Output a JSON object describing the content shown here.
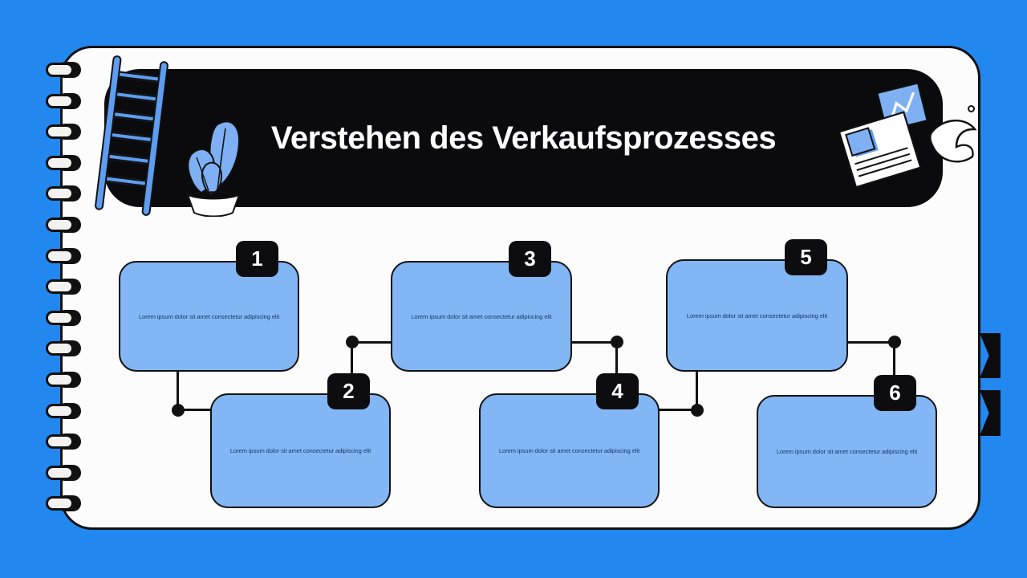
{
  "slide": {
    "title": "Verstehen des Verkaufsprozesses"
  },
  "cards": [
    {
      "number": "1",
      "text": "Lorem ipsum dolor sit amet consectetur adipiscing elit"
    },
    {
      "number": "2",
      "text": "Lorem ipsum dolor sit amet consectetur adipiscing elit"
    },
    {
      "number": "3",
      "text": "Lorem ipsum dolor sit amet consectetur adipiscing elit"
    },
    {
      "number": "4",
      "text": "Lorem ipsum dolor sit amet consectetur adipiscing elit"
    },
    {
      "number": "5",
      "text": "Lorem ipsum dolor sit amet consectetur adipiscing elit"
    },
    {
      "number": "6",
      "text": "Lorem ipsum dolor sit amet consectetur adipiscing elit"
    }
  ],
  "icons": [
    "ladder-icon",
    "plant-icon",
    "document-icon",
    "sticky-note-chart-icon",
    "page-curl-icon",
    "binder-rings",
    "bookmark-ribbons"
  ],
  "colors": {
    "background": "#2287EF",
    "page": "#FCFCFC",
    "banner": "#0B0B0D",
    "card_fill": "#82B6F4",
    "card_text": "#143A66",
    "illustration_blue": "#7FB0F4",
    "outline": "#111111"
  }
}
